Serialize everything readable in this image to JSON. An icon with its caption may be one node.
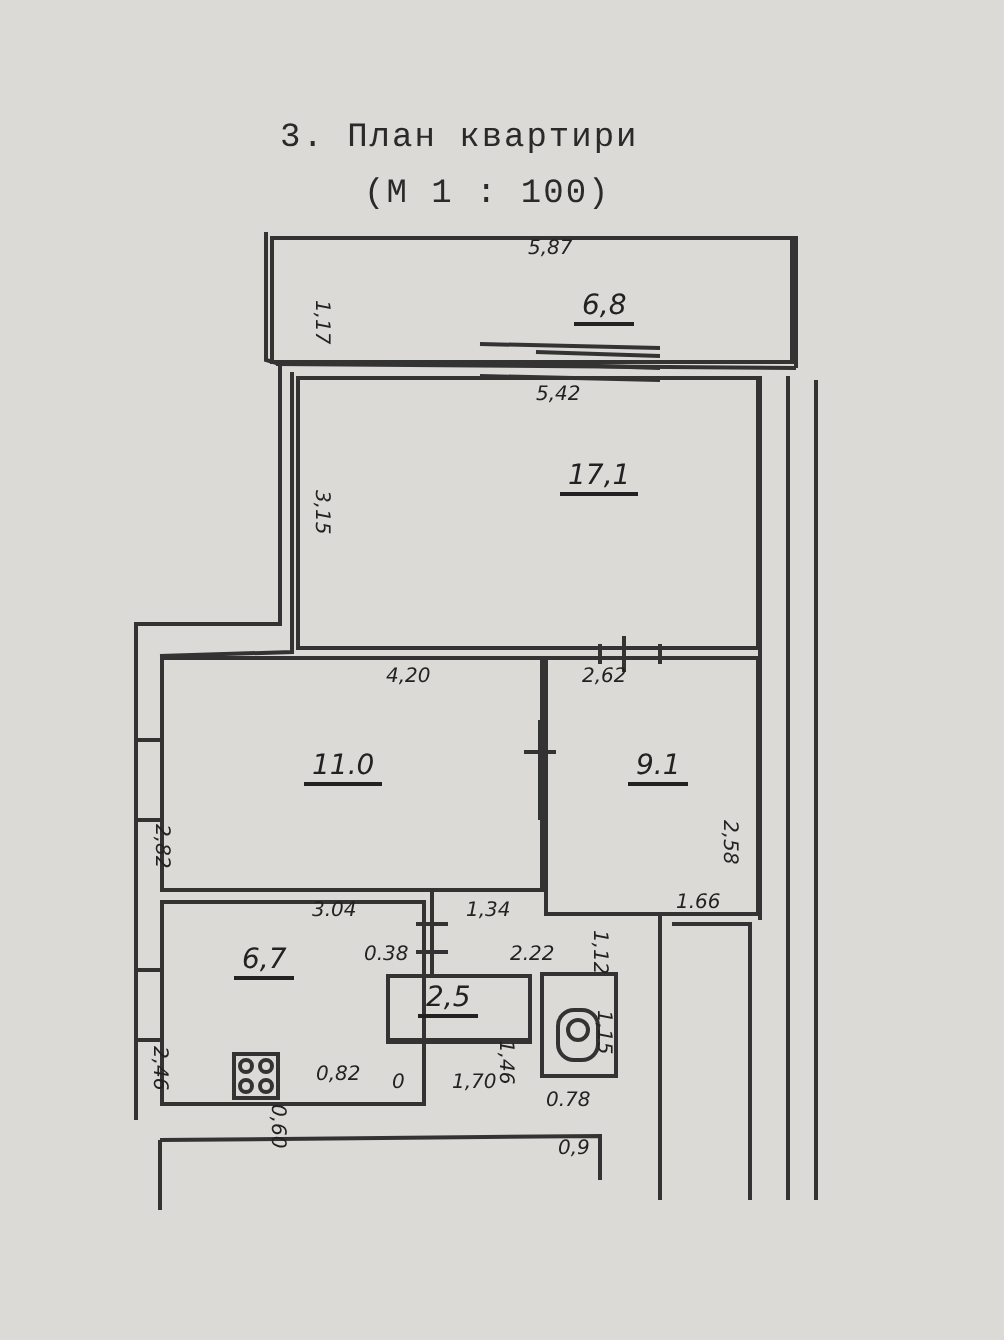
{
  "diagram": {
    "title": "3. План квартири",
    "nodes": [
      {
        "text": [
          "6,8"
        ]
      },
      {
        "text": [
          "17,1"
        ]
      },
      {
        "text": [
          "11.0"
        ]
      },
      {
        "text": [
          "9.1"
        ]
      },
      {
        "text": [
          "6,7"
        ]
      },
      {
        "text": [
          "2,5"
        ]
      }
    ],
    "labels": [
      "(М 1 : 100)",
      "5,87",
      "1,17",
      "5,42",
      "3,15",
      "4,20",
      "2,62",
      "2,82",
      "2,58",
      "3.04",
      "1,34",
      "1.66",
      "2,46",
      "0.38",
      "2.22",
      "1,12",
      "1,46",
      "1,15",
      "0,60",
      "0,82",
      "0",
      "1,70",
      "0.78",
      "0,9"
    ]
  }
}
